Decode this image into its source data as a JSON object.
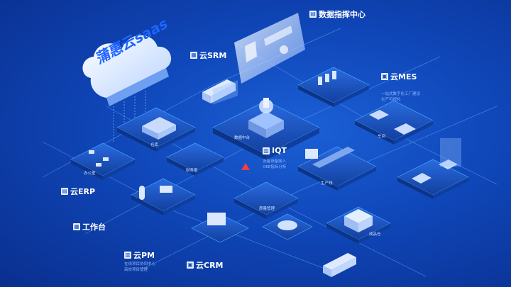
{
  "cloud": {
    "text": "蒲惠云saas"
  },
  "modules": {
    "data_center": {
      "title": "数据指挥中心"
    },
    "srm": {
      "title": "云SRM"
    },
    "mes": {
      "title": "云MES",
      "bullets": [
        "一站式数字化工厂建设",
        "生产可视化"
      ]
    },
    "iqt": {
      "title": "IQT",
      "bullets": [
        "设备设备接入",
        "OEE指标分析"
      ]
    },
    "erp": {
      "title": "云ERP"
    },
    "worktable": {
      "title": "工作台"
    },
    "pm": {
      "title": "云PM",
      "bullets": [
        "在线项目协同中心",
        "高效项目管理"
      ]
    },
    "crm": {
      "title": "云CRM"
    }
  },
  "zones": {
    "warehouse": "仓库",
    "office": "办公室",
    "finance": "财务室",
    "data_platform": "数据中台",
    "production": "生产线",
    "quality": "质量管理",
    "finished": "成品仓",
    "factory": "车间"
  },
  "colors": {
    "bg": "#0f46b8",
    "platform": "#1e5bd1",
    "accent": "#4fb0ff",
    "red": "#ff3b3b"
  }
}
